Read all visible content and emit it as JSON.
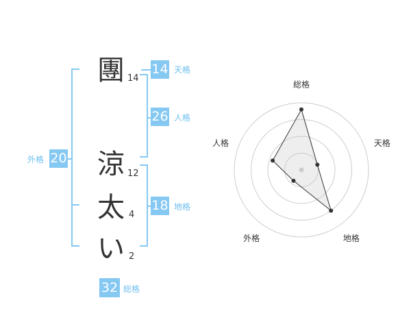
{
  "characters": [
    {
      "char": "團",
      "strokes": "14"
    },
    {
      "char": "涼",
      "strokes": "12"
    },
    {
      "char": "太",
      "strokes": "4"
    },
    {
      "char": "い",
      "strokes": "2"
    }
  ],
  "kakusu": {
    "tenkaku": {
      "value": "14",
      "label": "天格"
    },
    "jinkaku": {
      "value": "26",
      "label": "人格"
    },
    "chikaku": {
      "value": "18",
      "label": "地格"
    },
    "gaikaku": {
      "value": "20",
      "label": "外格"
    },
    "soukaku": {
      "value": "32",
      "label": "総格"
    }
  },
  "colors": {
    "accent": "#85c8f2",
    "label": "#6fbff0",
    "text": "#333333"
  },
  "chart_data": {
    "type": "radar",
    "axes": [
      "総格",
      "天格",
      "地格",
      "外格",
      "人格"
    ],
    "values": [
      0.9,
      0.25,
      0.75,
      0.2,
      0.45
    ],
    "rings": 4
  }
}
